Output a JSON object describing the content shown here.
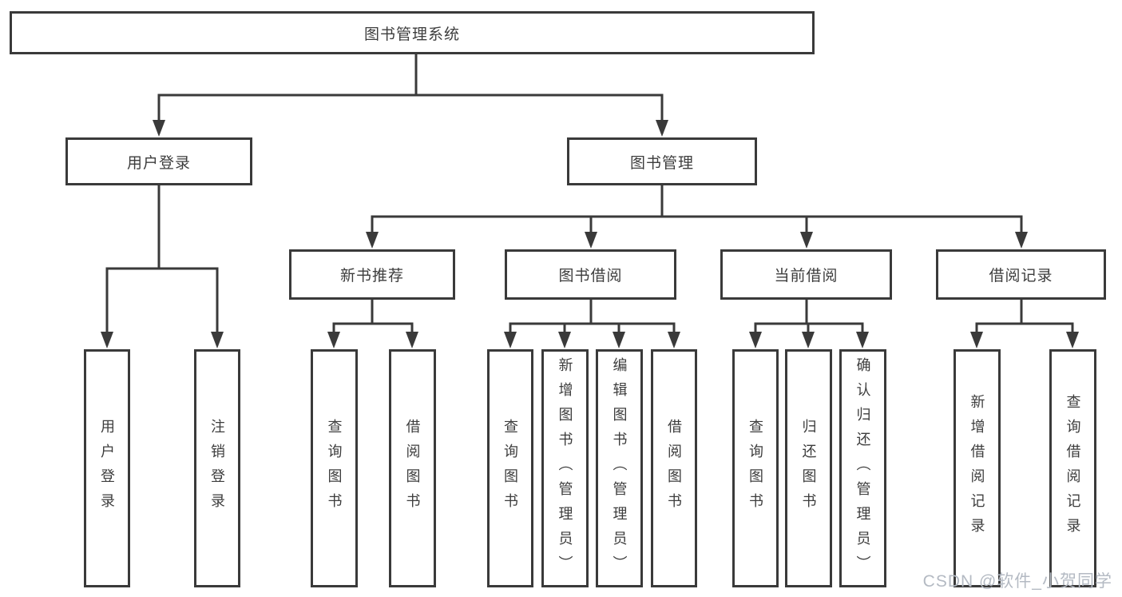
{
  "diagram_type": "hierarchy-tree",
  "colors": {
    "line": "#3a3a3a",
    "node_border": "#3a3a3a",
    "text": "#3d3d3d",
    "background": "#ffffff",
    "watermark": "#b4bac3"
  },
  "watermark": "CSDN @软件_小贺同学",
  "tree": {
    "label": "图书管理系统",
    "children": [
      {
        "label": "用户登录",
        "children": [
          {
            "label": "用户登录"
          },
          {
            "label": "注销登录"
          }
        ]
      },
      {
        "label": "图书管理",
        "children": [
          {
            "label": "新书推荐",
            "children": [
              {
                "label": "查询图书"
              },
              {
                "label": "借阅图书"
              }
            ]
          },
          {
            "label": "图书借阅",
            "children": [
              {
                "label": "查询图书"
              },
              {
                "label": "新增图书（管理员）"
              },
              {
                "label": "编辑图书（管理员）"
              },
              {
                "label": "借阅图书"
              }
            ]
          },
          {
            "label": "当前借阅",
            "children": [
              {
                "label": "查询图书"
              },
              {
                "label": "归还图书"
              },
              {
                "label": "确认归还（管理员）"
              }
            ]
          },
          {
            "label": "借阅记录",
            "children": [
              {
                "label": "新增借阅记录"
              },
              {
                "label": "查询借阅记录"
              }
            ]
          }
        ]
      }
    ]
  }
}
